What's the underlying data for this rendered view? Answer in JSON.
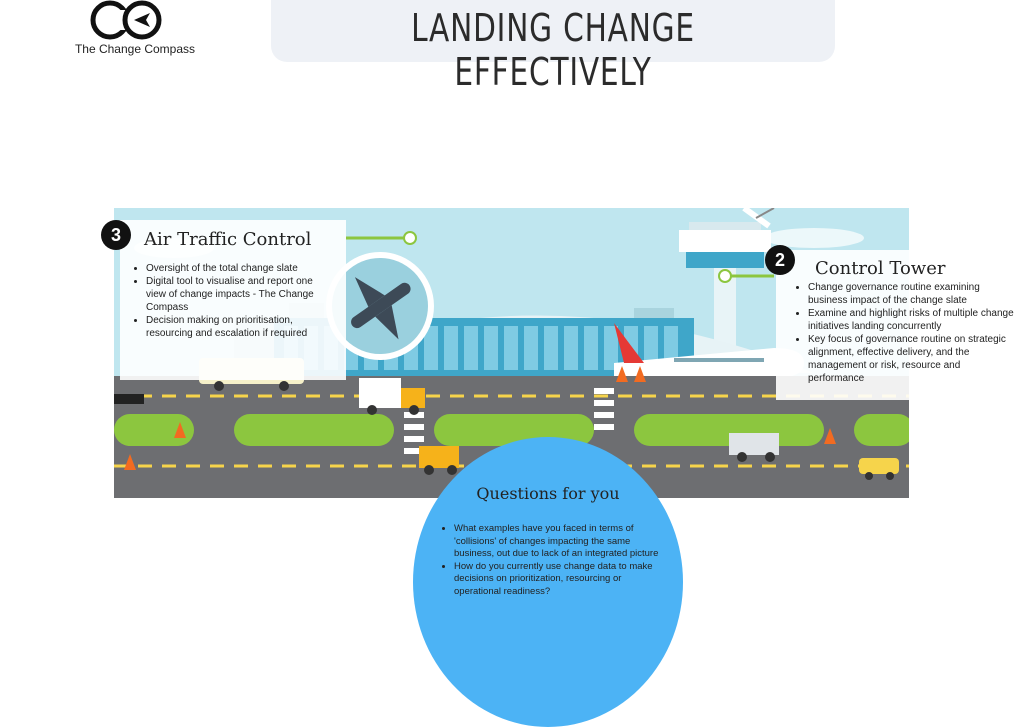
{
  "header": {
    "brand_name": "The Change Compass",
    "title": "LANDING CHANGE EFFECTIVELY"
  },
  "air_traffic_control": {
    "number": "3",
    "title": "Air Traffic Control",
    "bullets": [
      "Oversight of the total change slate",
      "Digital tool to visualise and report one view of change impacts - The Change Compass",
      "Decision making on prioritisation, resourcing and escalation if required"
    ]
  },
  "control_tower": {
    "number": "2",
    "title": "Control Tower",
    "bullets": [
      "Change governance routine examining business impact of the change slate",
      "Examine and highlight risks of multiple change initiatives landing concurrently",
      "Key focus of governance routine on strategic alignment, effective delivery, and the management or risk, resource and performance"
    ]
  },
  "questions": {
    "title": "Questions for you",
    "bullets": [
      "What examples have you faced in terms of 'collisions' of changes impacting the same business, out due to lack of an integrated picture",
      "How do you currently use change data to make decisions on prioritization, resourcing or operational readiness?"
    ]
  },
  "colors": {
    "sky": "#bfe6ef",
    "bubble": "#4cb3f5",
    "grass": "#8cc63f",
    "road": "#6d6e71",
    "terminal": "#3fa6c9",
    "accent_red": "#e53935"
  },
  "icons": [
    "logo-mark",
    "airplane-icon",
    "control-tower-icon",
    "radar-dish-icon",
    "truck-icon",
    "bus-icon",
    "taxi-icon",
    "traffic-cone-icon"
  ]
}
